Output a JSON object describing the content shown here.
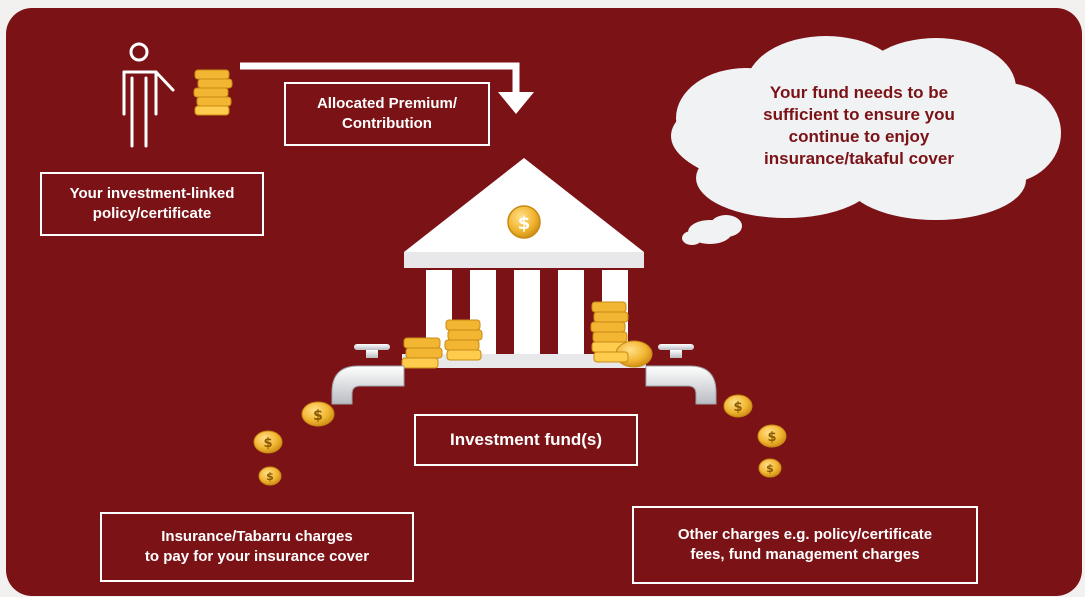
{
  "labels": {
    "policy": "Your investment-linked\npolicy/certificate",
    "premium": "Allocated Premium/\nContribution",
    "fund_message": "Your fund needs to be\nsufficient to ensure you\ncontinue to enjoy\ninsurance/takaful cover",
    "investment_fund": "Investment fund(s)",
    "insurance_charges": "Insurance/Tabarru charges\nto pay for your insurance cover",
    "other_charges": "Other charges e.g. policy/certificate\nfees, fund management charges"
  },
  "icons": {
    "person": "person-icon",
    "coins": "coin-stack-icon",
    "bank": "bank-building-icon",
    "dollar": "dollar-coin-icon",
    "tap": "water-tap-icon",
    "cloud": "thought-cloud-icon",
    "arrow": "flow-arrow-icon"
  },
  "colors": {
    "background": "#7b1216",
    "text": "#ffffff",
    "coin_gold": "#f2b632",
    "cloud": "#f1f2f4",
    "building": "#ffffff"
  },
  "symbols": {
    "dollar": "$"
  }
}
